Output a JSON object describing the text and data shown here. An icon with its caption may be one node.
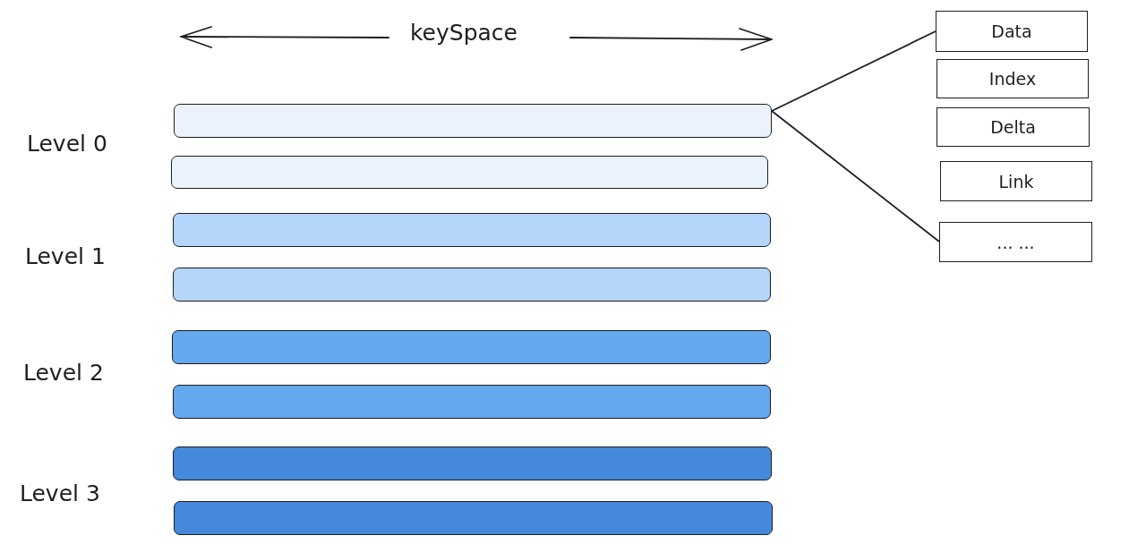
{
  "diagram": {
    "nodes": [
      {
        "text": [],
        "shape": "bar"
      },
      {
        "text": [],
        "shape": "bar"
      },
      {
        "text": [],
        "shape": "bar"
      },
      {
        "text": [],
        "shape": "bar"
      },
      {
        "text": [],
        "shape": "bar"
      },
      {
        "text": [],
        "shape": "bar"
      },
      {
        "text": [],
        "shape": "bar"
      },
      {
        "text": [],
        "shape": "bar"
      },
      {
        "text": [
          "Data"
        ]
      },
      {
        "text": [
          "Index"
        ]
      },
      {
        "text": [
          "Delta"
        ]
      },
      {
        "text": [
          "Link"
        ]
      },
      {
        "text": [
          "... ..."
        ]
      }
    ],
    "edges": [
      {
        "from": 0,
        "to": 8,
        "arrow": "none"
      },
      {
        "from": 0,
        "to": 12,
        "arrow": "none"
      }
    ],
    "labels": [
      "keySpace",
      "Level 0",
      "Level 1",
      "Level 2",
      "Level 3"
    ]
  }
}
